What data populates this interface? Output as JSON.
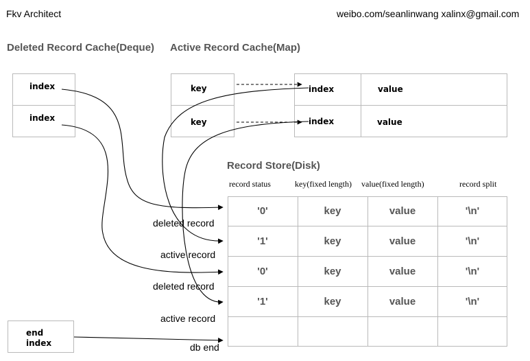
{
  "header": {
    "title": "Fkv Architect",
    "contact": "weibo.com/seanlinwang xalinx@gmail.com"
  },
  "deque": {
    "title": "Deleted Record Cache(Deque)",
    "items": [
      "index",
      "index"
    ]
  },
  "map": {
    "title": "Active Record Cache(Map)",
    "keys": [
      "key",
      "key"
    ],
    "entries": [
      {
        "index": "index",
        "value": "value"
      },
      {
        "index": "index",
        "value": "value"
      }
    ]
  },
  "store": {
    "title": "Record Store(Disk)",
    "columns": [
      "record status",
      "key(fixed length)",
      "value(fixed length)",
      "record split"
    ],
    "rows": [
      {
        "status": "'0'",
        "key": "key",
        "value": "value",
        "split": "'\\n'"
      },
      {
        "status": "'1'",
        "key": "key",
        "value": "value",
        "split": "'\\n'"
      },
      {
        "status": "'0'",
        "key": "key",
        "value": "value",
        "split": "'\\n'"
      },
      {
        "status": "'1'",
        "key": "key",
        "value": "value",
        "split": "'\\n'"
      }
    ],
    "row_labels": [
      "deleted record",
      "active record",
      "deleted record",
      "active record",
      "db end"
    ]
  },
  "end_box": {
    "line1": "end",
    "line2": "index"
  }
}
